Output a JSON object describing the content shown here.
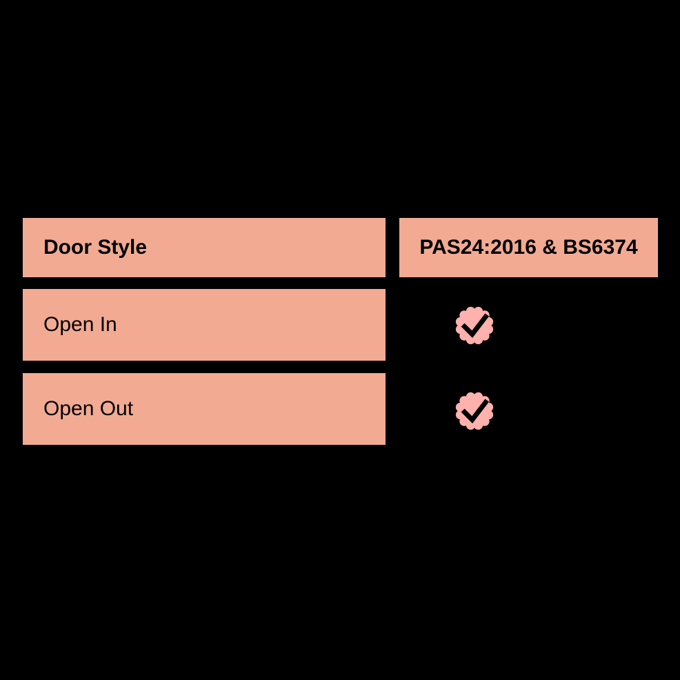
{
  "table": {
    "header": {
      "door_style": "Door Style",
      "certification": "PAS24:2016 & BS6374"
    },
    "rows": [
      {
        "label": "Open In",
        "certified": true,
        "icon": "verified-seal-check-icon"
      },
      {
        "label": "Open Out",
        "certified": true,
        "icon": "verified-seal-check-icon"
      }
    ]
  },
  "chart_data": {
    "type": "table",
    "columns": [
      "Door Style",
      "PAS24:2016 & BS6374"
    ],
    "rows": [
      [
        "Open In",
        "checked"
      ],
      [
        "Open Out",
        "checked"
      ]
    ]
  },
  "colors": {
    "page_background": "#000000",
    "cell_background": "#F2AA93",
    "badge_background": "#FFB1AE",
    "text": "#000000",
    "checkmark": "#000000"
  }
}
